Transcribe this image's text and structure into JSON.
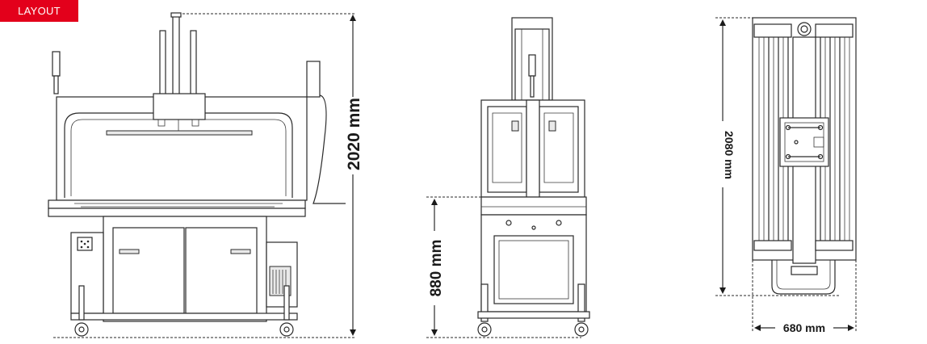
{
  "badge": {
    "label": "LAYOUT",
    "color": "#e3001b"
  },
  "dimensions": {
    "overall_height": "2020 mm",
    "table_height": "880 mm",
    "top_depth": "2080 mm",
    "top_width": "680 mm"
  }
}
